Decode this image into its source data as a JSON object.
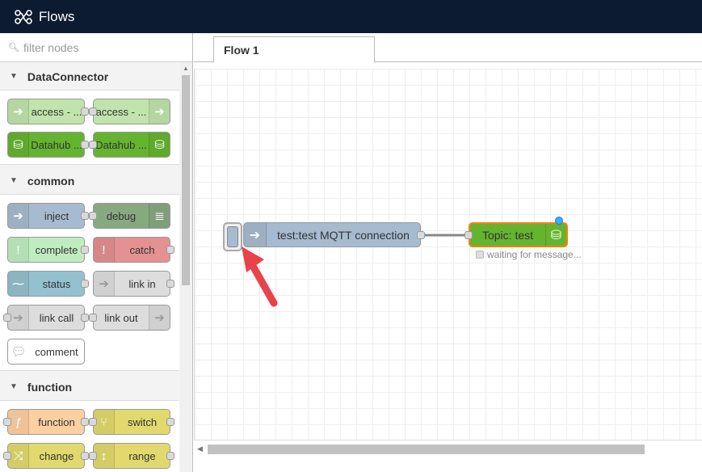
{
  "header": {
    "title": "Flows",
    "logo_icon": "nodes-icon"
  },
  "palette": {
    "filter_placeholder": "filter nodes",
    "categories": [
      {
        "name": "DataConnector",
        "nodes": [
          "access - ...",
          "access - ...",
          "Datahub ...",
          "Datahub ..."
        ]
      },
      {
        "name": "common",
        "nodes": [
          "inject",
          "debug",
          "complete",
          "catch",
          "status",
          "link in",
          "link call",
          "link out",
          "comment"
        ]
      },
      {
        "name": "function",
        "nodes": [
          "function",
          "switch",
          "change",
          "range"
        ]
      }
    ]
  },
  "workspace": {
    "tab_label": "Flow 1",
    "nodes": {
      "mqtt_in": "test:test MQTT connection",
      "datahub": "Topic: test",
      "status_text": "waiting for message..."
    }
  },
  "colors": {
    "header_bg": "#0c1b30",
    "datahub_green": "#65b42f",
    "access_green": "#c0e4ac",
    "inject_blue": "#a6bbcf",
    "catch_red": "#e49191",
    "function_orange": "#fdd0a2",
    "switch_yellow": "#e2d96e",
    "arrow_red": "#e8434a"
  }
}
